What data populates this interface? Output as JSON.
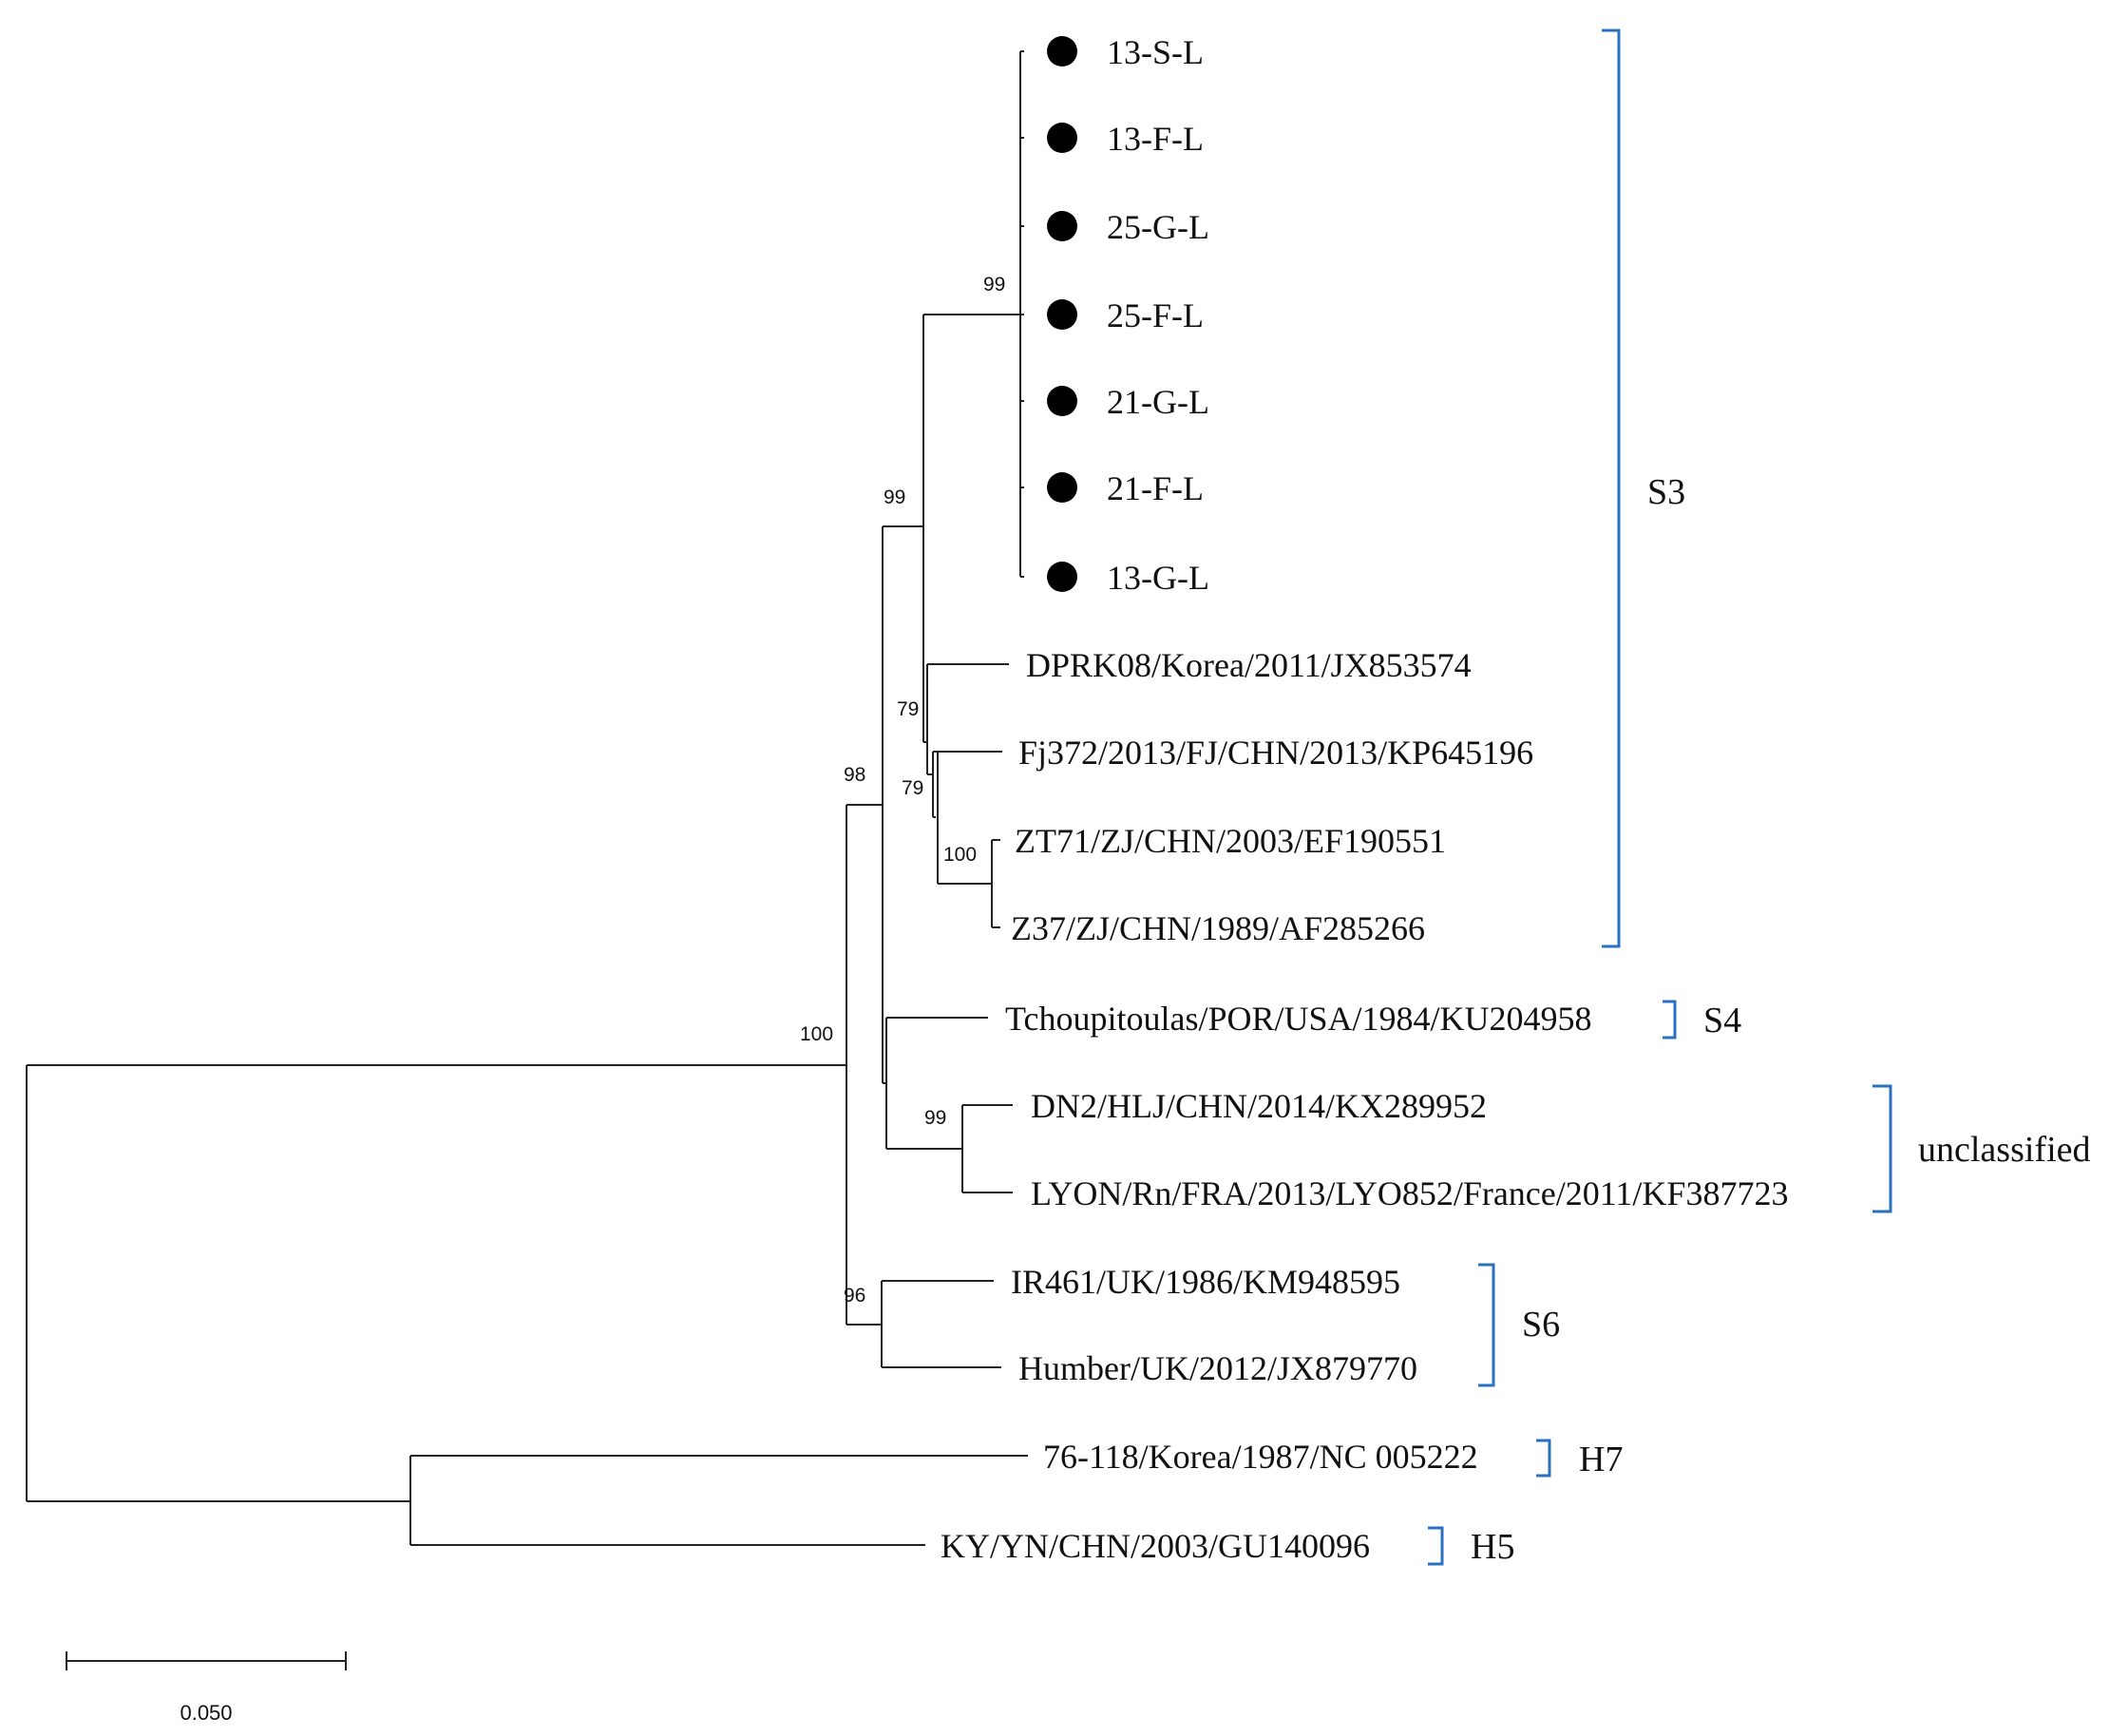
{
  "tree": {
    "taxa": [
      {
        "id": "t1",
        "label": "13-S-L",
        "marker": "filled-circle"
      },
      {
        "id": "t2",
        "label": "13-F-L",
        "marker": "filled-circle"
      },
      {
        "id": "t3",
        "label": "25-G-L",
        "marker": "filled-circle"
      },
      {
        "id": "t4",
        "label": "25-F-L",
        "marker": "filled-circle"
      },
      {
        "id": "t5",
        "label": "21-G-L",
        "marker": "filled-circle"
      },
      {
        "id": "t6",
        "label": "21-F-L",
        "marker": "filled-circle"
      },
      {
        "id": "t7",
        "label": "13-G-L",
        "marker": "filled-circle"
      },
      {
        "id": "t8",
        "label": "DPRK08/Korea/2011/JX853574"
      },
      {
        "id": "t9",
        "label": "Fj372/2013/FJ/CHN/2013/KP645196"
      },
      {
        "id": "t10",
        "label": "ZT71/ZJ/CHN/2003/EF190551"
      },
      {
        "id": "t11",
        "label": "Z37/ZJ/CHN/1989/AF285266"
      },
      {
        "id": "t12",
        "label": "Tchoupitoulas/POR/USA/1984/KU204958"
      },
      {
        "id": "t13",
        "label": "DN2/HLJ/CHN/2014/KX289952"
      },
      {
        "id": "t14",
        "label": "LYON/Rn/FRA/2013/LYO852/France/2011/KF387723"
      },
      {
        "id": "t15",
        "label": "IR461/UK/1986/KM948595"
      },
      {
        "id": "t16",
        "label": "Humber/UK/2012/JX879770"
      },
      {
        "id": "t17",
        "label": "76-118/Korea/1987/NC 005222"
      },
      {
        "id": "t18",
        "label": "KY/YN/CHN/2003/GU140096"
      }
    ],
    "bootstrap_values": [
      {
        "id": "b1",
        "value": "99"
      },
      {
        "id": "b2",
        "value": "99"
      },
      {
        "id": "b3",
        "value": "79"
      },
      {
        "id": "b4",
        "value": "79"
      },
      {
        "id": "b5",
        "value": "100"
      },
      {
        "id": "b6",
        "value": "98"
      },
      {
        "id": "b7",
        "value": "100"
      },
      {
        "id": "b8",
        "value": "99"
      },
      {
        "id": "b9",
        "value": "96"
      }
    ],
    "clades": [
      {
        "id": "c1",
        "label": "S3"
      },
      {
        "id": "c2",
        "label": "S4"
      },
      {
        "id": "c3",
        "label": "unclassified"
      },
      {
        "id": "c4",
        "label": "S6"
      },
      {
        "id": "c5",
        "label": "H7"
      },
      {
        "id": "c6",
        "label": "H5"
      }
    ],
    "scale_bar": {
      "label": "0.050"
    },
    "colors": {
      "branch": "#222222",
      "bracket": "#2a72c0",
      "text": "#111111"
    }
  }
}
